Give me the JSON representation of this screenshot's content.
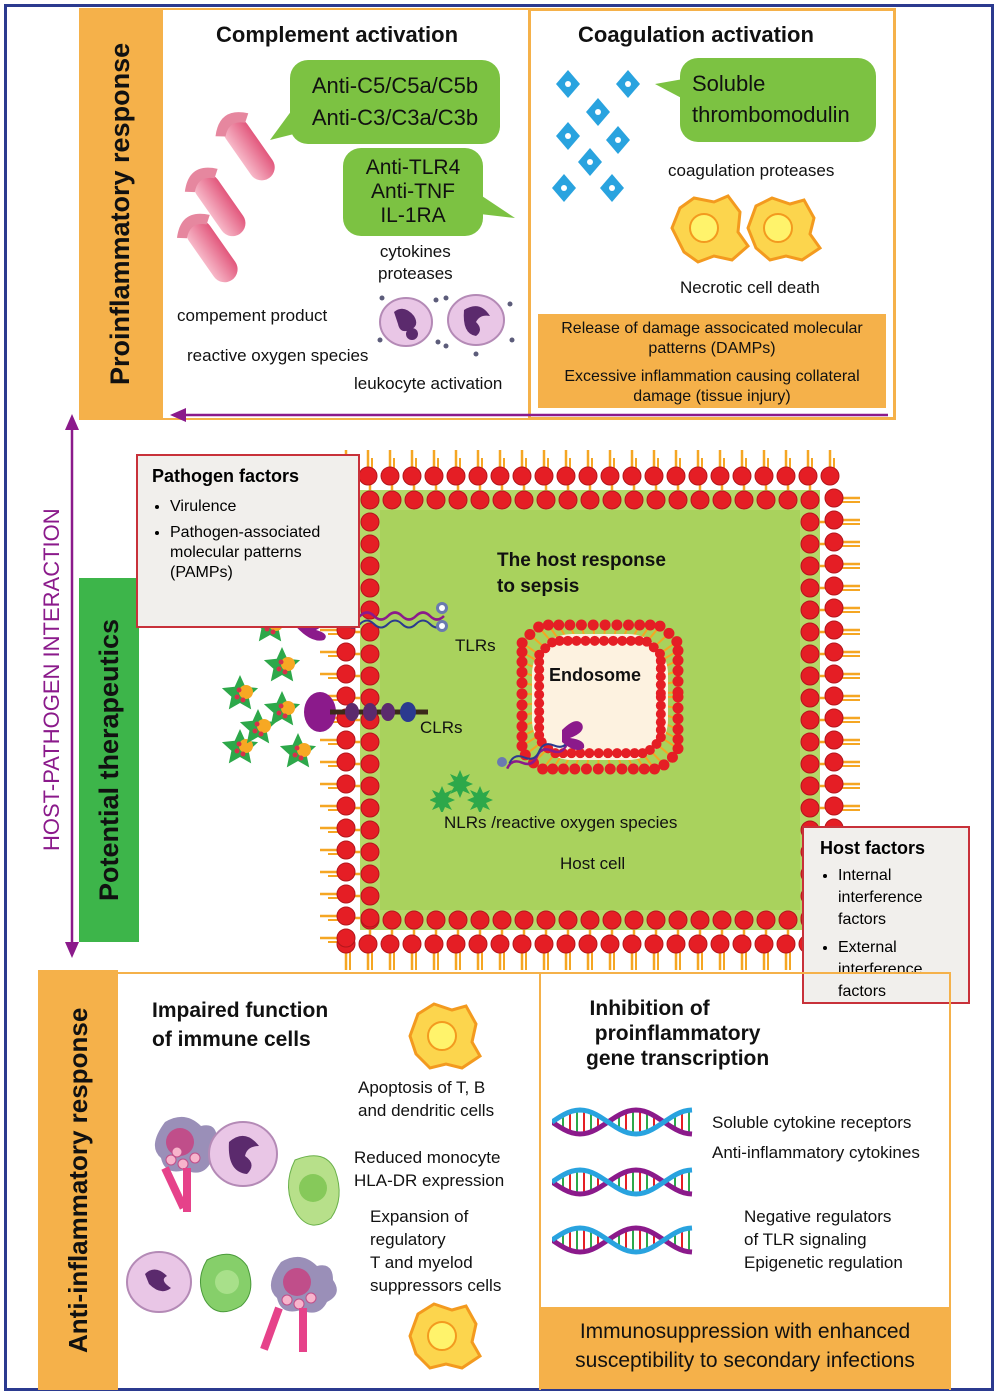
{
  "sections": {
    "proinflammatory": "Proinflammatory response",
    "therapeutics": "Potential therapeutics",
    "anti_inflammatory": "Anti-inflammatory response",
    "interaction": "HOST-PATHOGEN INTERACTION"
  },
  "complement": {
    "title": "Complement activation",
    "bubble1": [
      "Anti-C5/C5a/C5b",
      "Anti-C3/C3a/C3b"
    ],
    "bubble2": [
      "Anti-TLR4",
      "Anti-TNF",
      "IL-1RA"
    ],
    "cytokines": [
      "cytokines",
      "proteases"
    ],
    "compement_product": "compement product",
    "ros": "reactive oxygen species",
    "leukocyte": "leukocyte activation"
  },
  "coagulation": {
    "title": "Coagulation activation",
    "bubble": [
      "Soluble",
      "thrombomodulin"
    ],
    "proteases": "coagulation proteases",
    "necrotic": "Necrotic cell death",
    "damps": [
      "Release of damage associcated molecular",
      "patterns (DAMPs)"
    ],
    "inflammation": [
      "Excessive inflammation causing collateral",
      "damage (tissue injury)"
    ]
  },
  "pathogen_factors": {
    "title": "Pathogen factors",
    "items": [
      "Virulence",
      "Pathogen-associated molecular patterns (PAMPs)"
    ]
  },
  "host_cell": {
    "title": [
      "The host response",
      "to sepsis"
    ],
    "endosome": "Endosome",
    "tlrs": "TLRs",
    "clrs": "CLRs",
    "nlrs": "NLRs /reactive oxygen species",
    "host_cell_label": "Host cell"
  },
  "host_factors": {
    "title": "Host factors",
    "items": [
      "Internal interference factors",
      "External interference factors"
    ]
  },
  "impaired": {
    "title": [
      "Impaired function",
      "of immune cells"
    ],
    "apoptosis": [
      "Apoptosis of T, B",
      "and dendritic cells"
    ],
    "monocyte": [
      "Reduced monocyte",
      "HLA-DR expression"
    ],
    "expansion": [
      "Expansion of",
      "regulatory",
      "T and myelod",
      "suppressors cells"
    ]
  },
  "inhibition": {
    "title": [
      "Inhibition of",
      "proinflammatory",
      "gene transcription"
    ],
    "items1": [
      "Soluble cytokine receptors",
      "Anti-inflammatory cytokines"
    ],
    "items2": [
      "Negative regulators",
      "of  TLR signaling",
      "Epigenetic regulation"
    ],
    "immunosuppression": [
      "Immunosuppression with enhanced",
      "susceptibility to secondary infections"
    ]
  },
  "colors": {
    "orange": "#f5b14a",
    "green": "#7cc242",
    "therapeutics_green": "#3db54a",
    "purple": "#8b1a8b",
    "red": "#c8313a",
    "navy": "#2b3a8f"
  }
}
